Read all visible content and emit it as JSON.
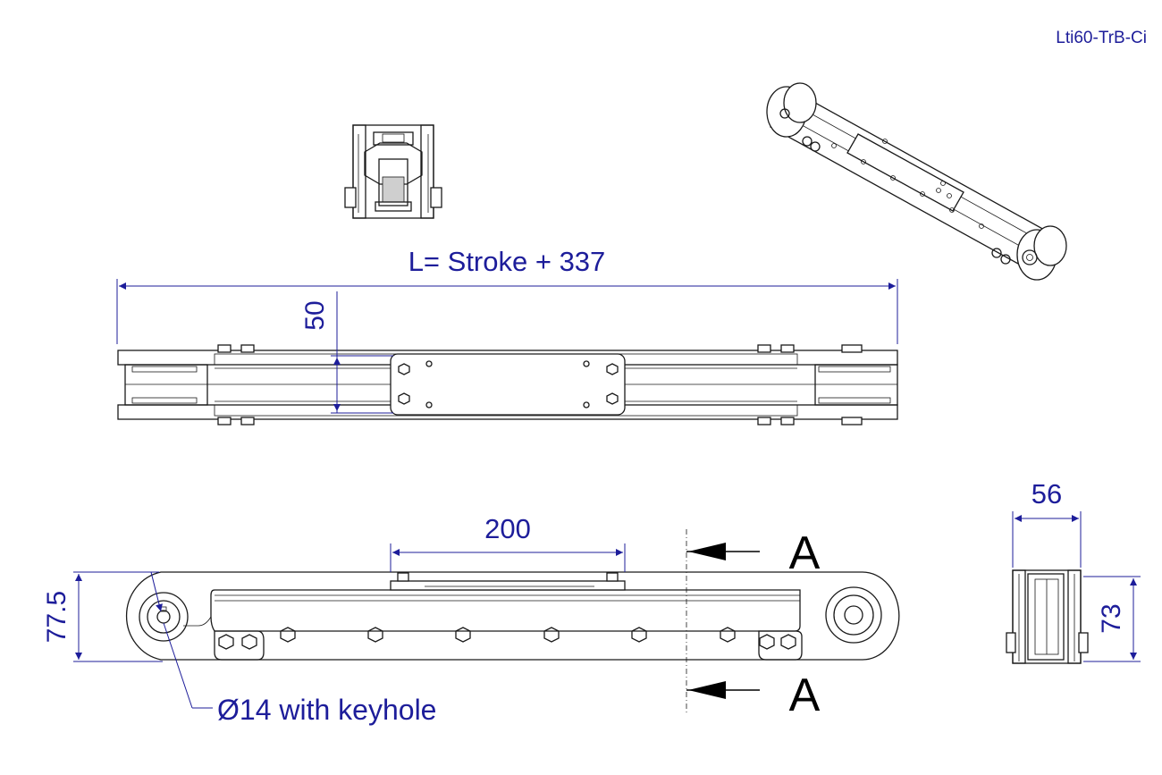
{
  "drawing": {
    "part_number": "Lti60-TrB-Ci",
    "dimensions": {
      "length_label": "L= Stroke + 337",
      "height_50": "50",
      "carriage_200": "200",
      "height_77_5": "77.5",
      "width_56": "56",
      "height_73": "73",
      "shaft_note": "Ø14 with keyhole"
    },
    "section": {
      "top_label": "A",
      "bottom_label": "A"
    },
    "colors": {
      "dimension": "#1d1d9a",
      "ink": "#1a1a1a",
      "section": "#000000"
    }
  }
}
